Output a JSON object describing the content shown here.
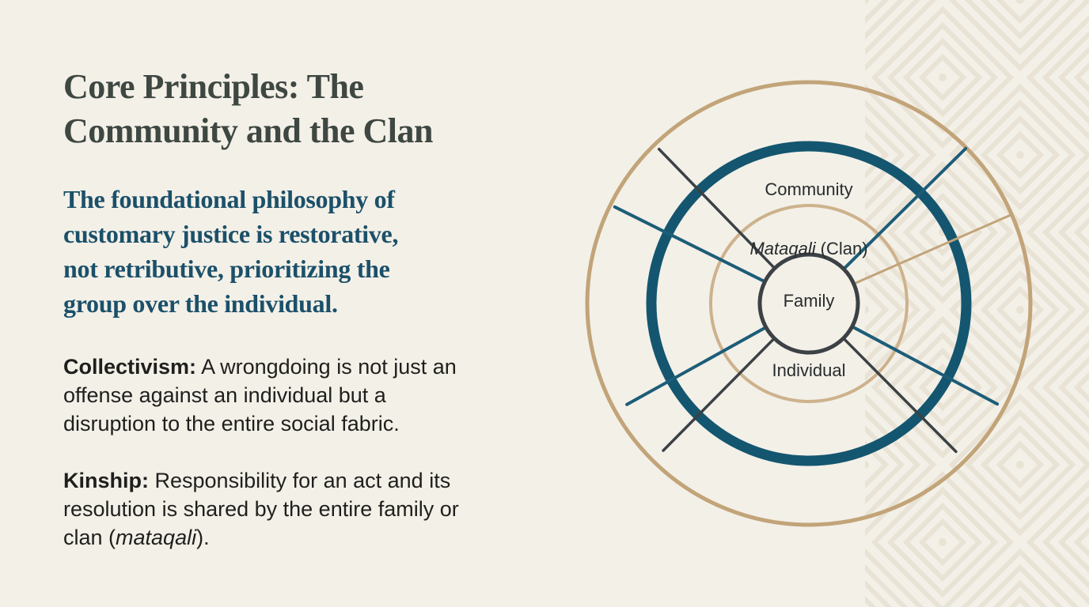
{
  "slide": {
    "title_lines": [
      "Core Principles: The",
      "Community and the Clan"
    ],
    "lead_lines": [
      "The foundational philosophy of",
      "customary justice is restorative,",
      "not retributive, prioritizing the",
      "group over the individual."
    ],
    "points": [
      {
        "term": "Collectivism:",
        "line1": " A wrongdoing is not just an",
        "line2": "offense against an individual but a",
        "line3": "disruption to the entire social fabric."
      },
      {
        "term": "Kinship:",
        "line1": " Responsibility for an act and its",
        "line2": "resolution is shared by the entire family or",
        "line3_pre": "clan (",
        "line3_italic": "mataqali",
        "line3_post": ")."
      }
    ]
  },
  "diagram": {
    "labels": {
      "community": "Community",
      "clan_italic": "Mataqali",
      "clan_suffix": "(Clan)",
      "family": "Family",
      "individual": "Individual"
    }
  },
  "colors": {
    "background": "#f3f0e8",
    "tan": "#c2a479",
    "tan_light": "#cdb28c",
    "teal": "#14566f",
    "teal_line": "#1d5d78",
    "charcoal": "#3b4145",
    "title_text": "#3e4741",
    "lead_text": "#1b5069",
    "body_text": "#1f1f1d",
    "label_text": "#282c2e",
    "pattern": "#e9e3d5"
  }
}
